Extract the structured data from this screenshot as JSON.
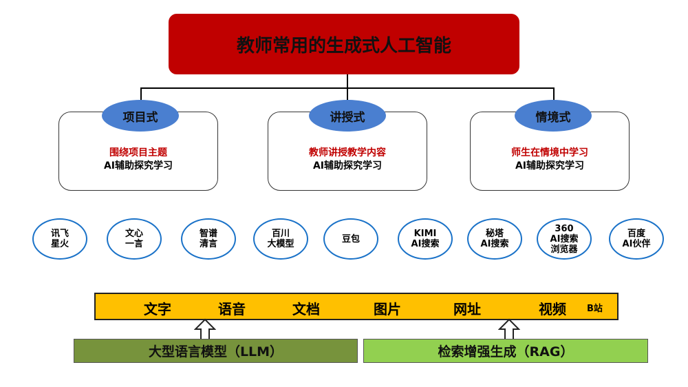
{
  "title": "教师常用的生成式人工智能",
  "modes": [
    {
      "name": "项目式",
      "desc": "围绕项目主题",
      "sub": "AI辅助探究学习"
    },
    {
      "name": "讲授式",
      "desc": "教师讲授教学内容",
      "sub": "AI辅助探究学习"
    },
    {
      "name": "情境式",
      "desc": "师生在情境中学习",
      "sub": "AI辅助探究学习"
    }
  ],
  "tools": [
    [
      "讯飞",
      "星火"
    ],
    [
      "文心",
      "一言"
    ],
    [
      "智谱",
      "清言"
    ],
    [
      "百川",
      "大模型"
    ],
    [
      "豆包"
    ],
    [
      "KIMI",
      "AI搜索"
    ],
    [
      "秘塔",
      "AI搜索"
    ],
    [
      "360",
      "AI搜索",
      "浏览器"
    ],
    [
      "百度",
      "AI伙伴"
    ]
  ],
  "media": [
    "文字",
    "语音",
    "文档",
    "图片",
    "网址",
    "视频",
    "B站"
  ],
  "bases": [
    "大型语言模型（LLM）",
    "检索增强生成（RAG）"
  ],
  "colors": {
    "title": "#c00000",
    "pill": "#4a7fd0",
    "ellipse": "#1a72c8",
    "bar": "#ffc000",
    "llm": "#77933c",
    "rag": "#92d050"
  }
}
